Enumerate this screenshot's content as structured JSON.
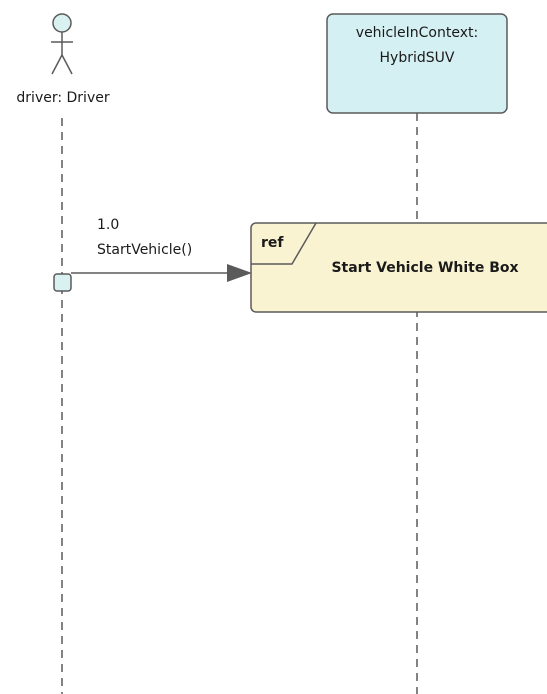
{
  "diagram_type": "sequence",
  "colors": {
    "actor_fill": "#daf1f1",
    "lifeline_box_fill": "#d5f0f2",
    "ref_fill": "#faf3d1",
    "stroke": "#5a5a5a",
    "text": "#1a1a1a"
  },
  "actor": {
    "label": "driver: Driver",
    "icon": "stick-figure-icon"
  },
  "lifeline_box": {
    "line1": "vehicleInContext:",
    "line2": "HybridSUV"
  },
  "message": {
    "number": "1.0",
    "label": "StartVehicle()"
  },
  "ref_frame": {
    "tag": "ref",
    "title": "Start Vehicle White Box"
  }
}
